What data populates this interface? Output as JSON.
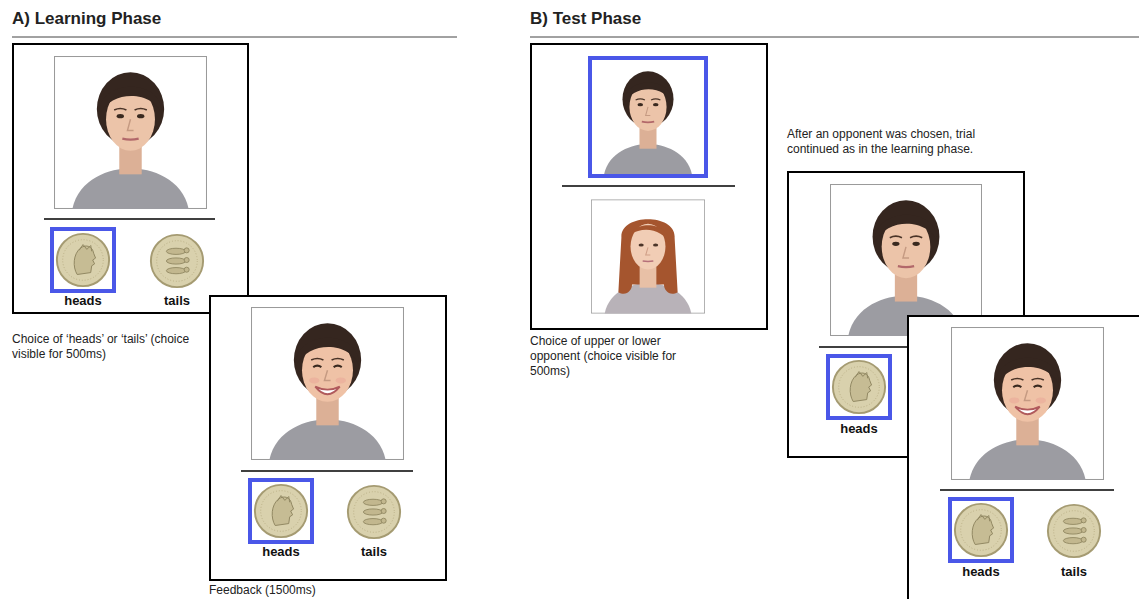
{
  "diagram": {
    "nodes": [
      {
        "text": [
          "heads",
          "tails"
        ]
      },
      {
        "text": [
          "heads",
          "tails"
        ]
      },
      {
        "text": [
          "heads"
        ]
      },
      {
        "text": [
          "heads",
          "tails"
        ]
      }
    ],
    "labels": [
      "A) Learning Phase",
      "B) Test Phase",
      "Choice of ‘heads’ or ‘tails’ (choice visible for 500ms)",
      "Feedback (1500ms)",
      "Choice of upper or lower opponent (choice visible for 500ms)",
      "After an opponent was chosen, trial continued as in the learning phase."
    ]
  }
}
